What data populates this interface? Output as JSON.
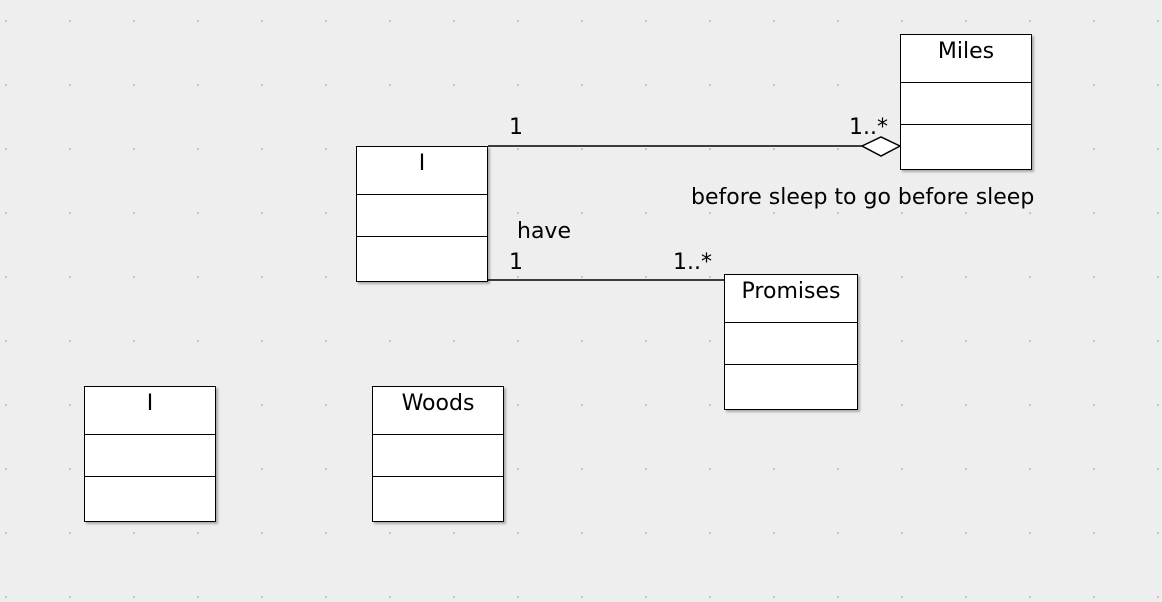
{
  "diagram": {
    "classes": {
      "i_main": {
        "name": "I"
      },
      "miles": {
        "name": "Miles"
      },
      "promises": {
        "name": "Promises"
      },
      "i_second": {
        "name": "I"
      },
      "woods": {
        "name": "Woods"
      }
    },
    "associations": {
      "i_miles": {
        "source_multiplicity": "1",
        "target_multiplicity": "1..*",
        "role": "before sleep to go before sleep",
        "kind": "aggregation"
      },
      "i_promises": {
        "name": "have",
        "source_multiplicity": "1",
        "target_multiplicity": "1..*",
        "kind": "association"
      }
    }
  }
}
